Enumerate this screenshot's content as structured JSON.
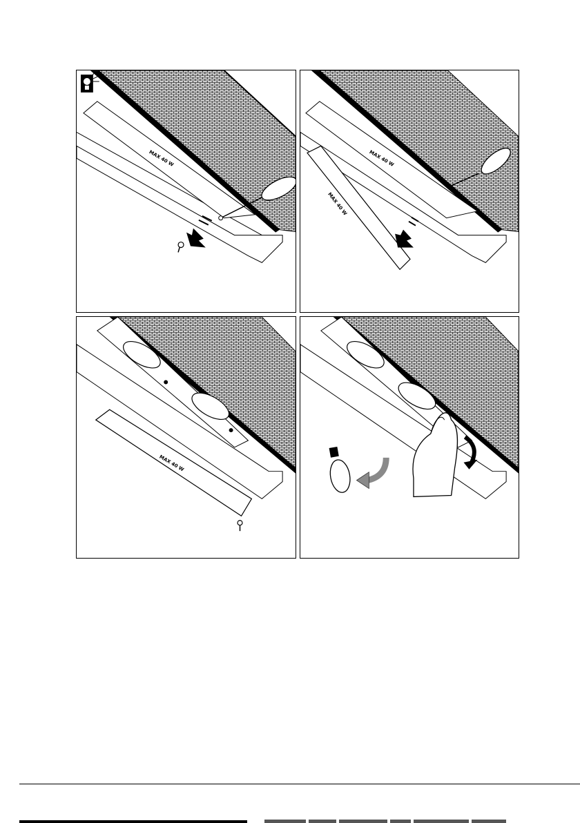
{
  "figure": {
    "panels": [
      {
        "id": "step-1",
        "lamp_label": "MAX 40 W",
        "actions": [
          "remove-screw",
          "slide-cover"
        ]
      },
      {
        "id": "step-2",
        "lamp_label": "MAX 40 W",
        "actions": [
          "lower-cover"
        ]
      },
      {
        "id": "step-3",
        "lamp_label": "MAX 40 W",
        "actions": [
          "cover-removed"
        ]
      },
      {
        "id": "step-4",
        "actions": [
          "unscrew-bulb",
          "replace-bulb"
        ]
      }
    ],
    "icon": "lamp-warning-icon",
    "colors": {
      "ink": "#000000",
      "arrow_grey": "#8a8a8a",
      "mesh": "#000000"
    }
  }
}
